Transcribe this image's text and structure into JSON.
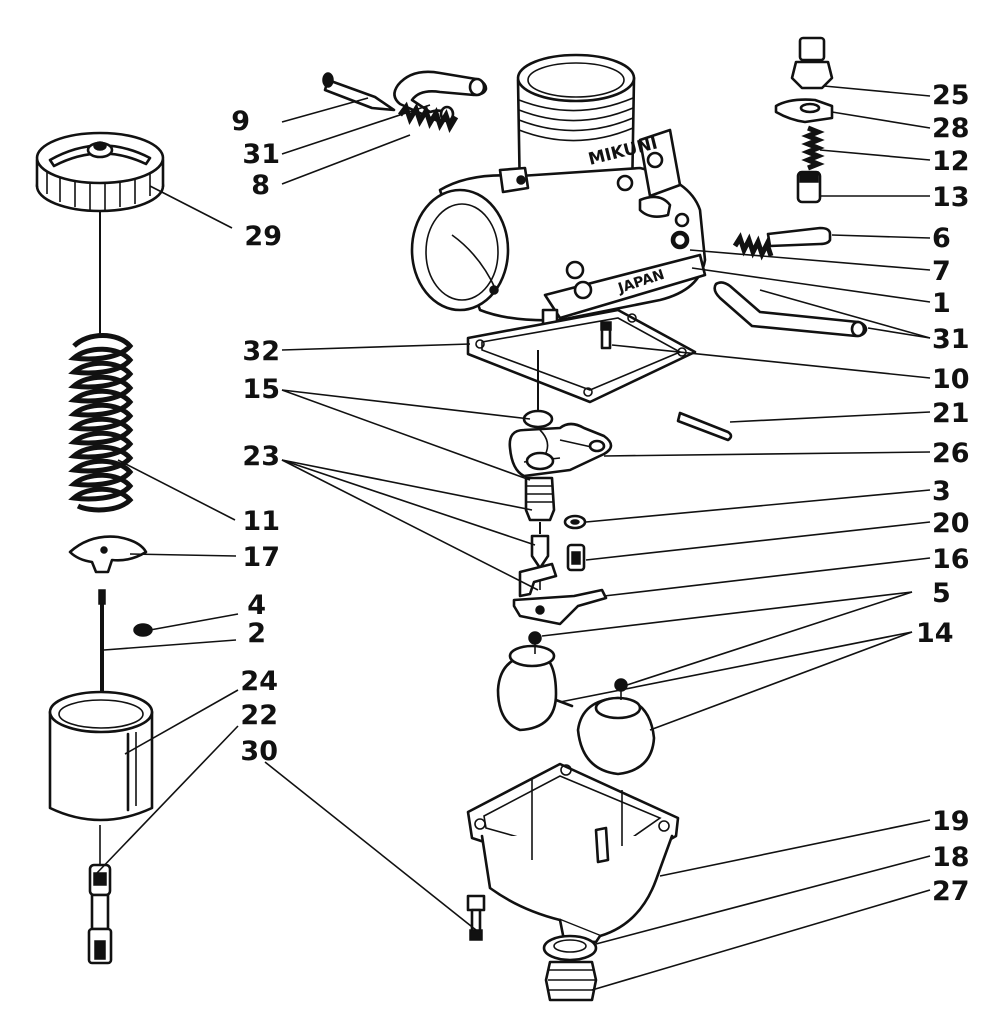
{
  "cast_text": {
    "brand": "MIKUNI",
    "country": "JAPAN"
  },
  "callouts": [
    {
      "id": "p9",
      "text": "9"
    },
    {
      "id": "p31a",
      "text": "31"
    },
    {
      "id": "p8",
      "text": "8"
    },
    {
      "id": "p29",
      "text": "29"
    },
    {
      "id": "p32",
      "text": "32"
    },
    {
      "id": "p15",
      "text": "15"
    },
    {
      "id": "p23",
      "text": "23"
    },
    {
      "id": "p11",
      "text": "11"
    },
    {
      "id": "p17",
      "text": "17"
    },
    {
      "id": "p4",
      "text": "4"
    },
    {
      "id": "p2",
      "text": "2"
    },
    {
      "id": "p24",
      "text": "24"
    },
    {
      "id": "p22",
      "text": "22"
    },
    {
      "id": "p30",
      "text": "30"
    },
    {
      "id": "p25",
      "text": "25"
    },
    {
      "id": "p28",
      "text": "28"
    },
    {
      "id": "p12",
      "text": "12"
    },
    {
      "id": "p13",
      "text": "13"
    },
    {
      "id": "p6",
      "text": "6"
    },
    {
      "id": "p7",
      "text": "7"
    },
    {
      "id": "p1",
      "text": "1"
    },
    {
      "id": "p31b",
      "text": "31"
    },
    {
      "id": "p10",
      "text": "10"
    },
    {
      "id": "p21",
      "text": "21"
    },
    {
      "id": "p26",
      "text": "26"
    },
    {
      "id": "p3",
      "text": "3"
    },
    {
      "id": "p20",
      "text": "20"
    },
    {
      "id": "p16",
      "text": "16"
    },
    {
      "id": "p5",
      "text": "5"
    },
    {
      "id": "p14",
      "text": "14"
    },
    {
      "id": "p19",
      "text": "19"
    },
    {
      "id": "p18",
      "text": "18"
    },
    {
      "id": "p27",
      "text": "27"
    }
  ]
}
